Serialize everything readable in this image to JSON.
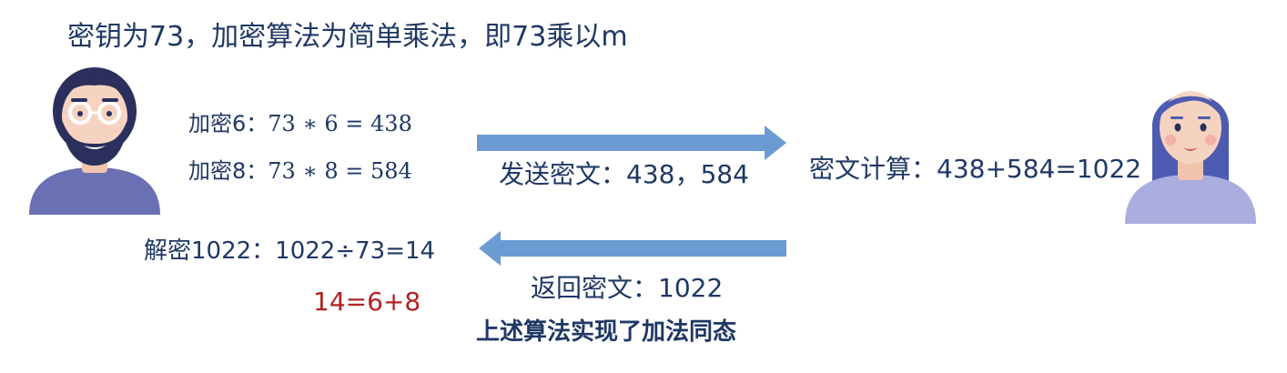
{
  "title": "密钥为73，加密算法为简单乘法，即73乘以m",
  "encrypt": [
    {
      "label": "加密6：",
      "formula": "73 ∗ 6 = 438"
    },
    {
      "label": "加密8：",
      "formula": "73 ∗ 8 = 584"
    }
  ],
  "send_text": "发送密文：438，584",
  "cipher_calc": "密文计算：438+584=1022",
  "decrypt_text": "解密1022：1022÷73=14",
  "sum_text": "14=6+8",
  "return_text": "返回密文：1022",
  "conclusion": "上述算法实现了加法同态",
  "colors": {
    "text": "#1f3864",
    "arrow": "#6b9bd2",
    "highlight": "#b22222",
    "man_shirt": "#6b6fb3",
    "woman_shirt": "#a9aede",
    "hair_man": "#2a2f5c",
    "hair_woman": "#4d5cb0",
    "skin": "#f6d3c0"
  },
  "icons": {
    "left_person": "man-with-beard-glasses-icon",
    "right_person": "woman-icon",
    "right_arrow": "arrow-right-icon",
    "left_arrow": "arrow-left-icon"
  }
}
